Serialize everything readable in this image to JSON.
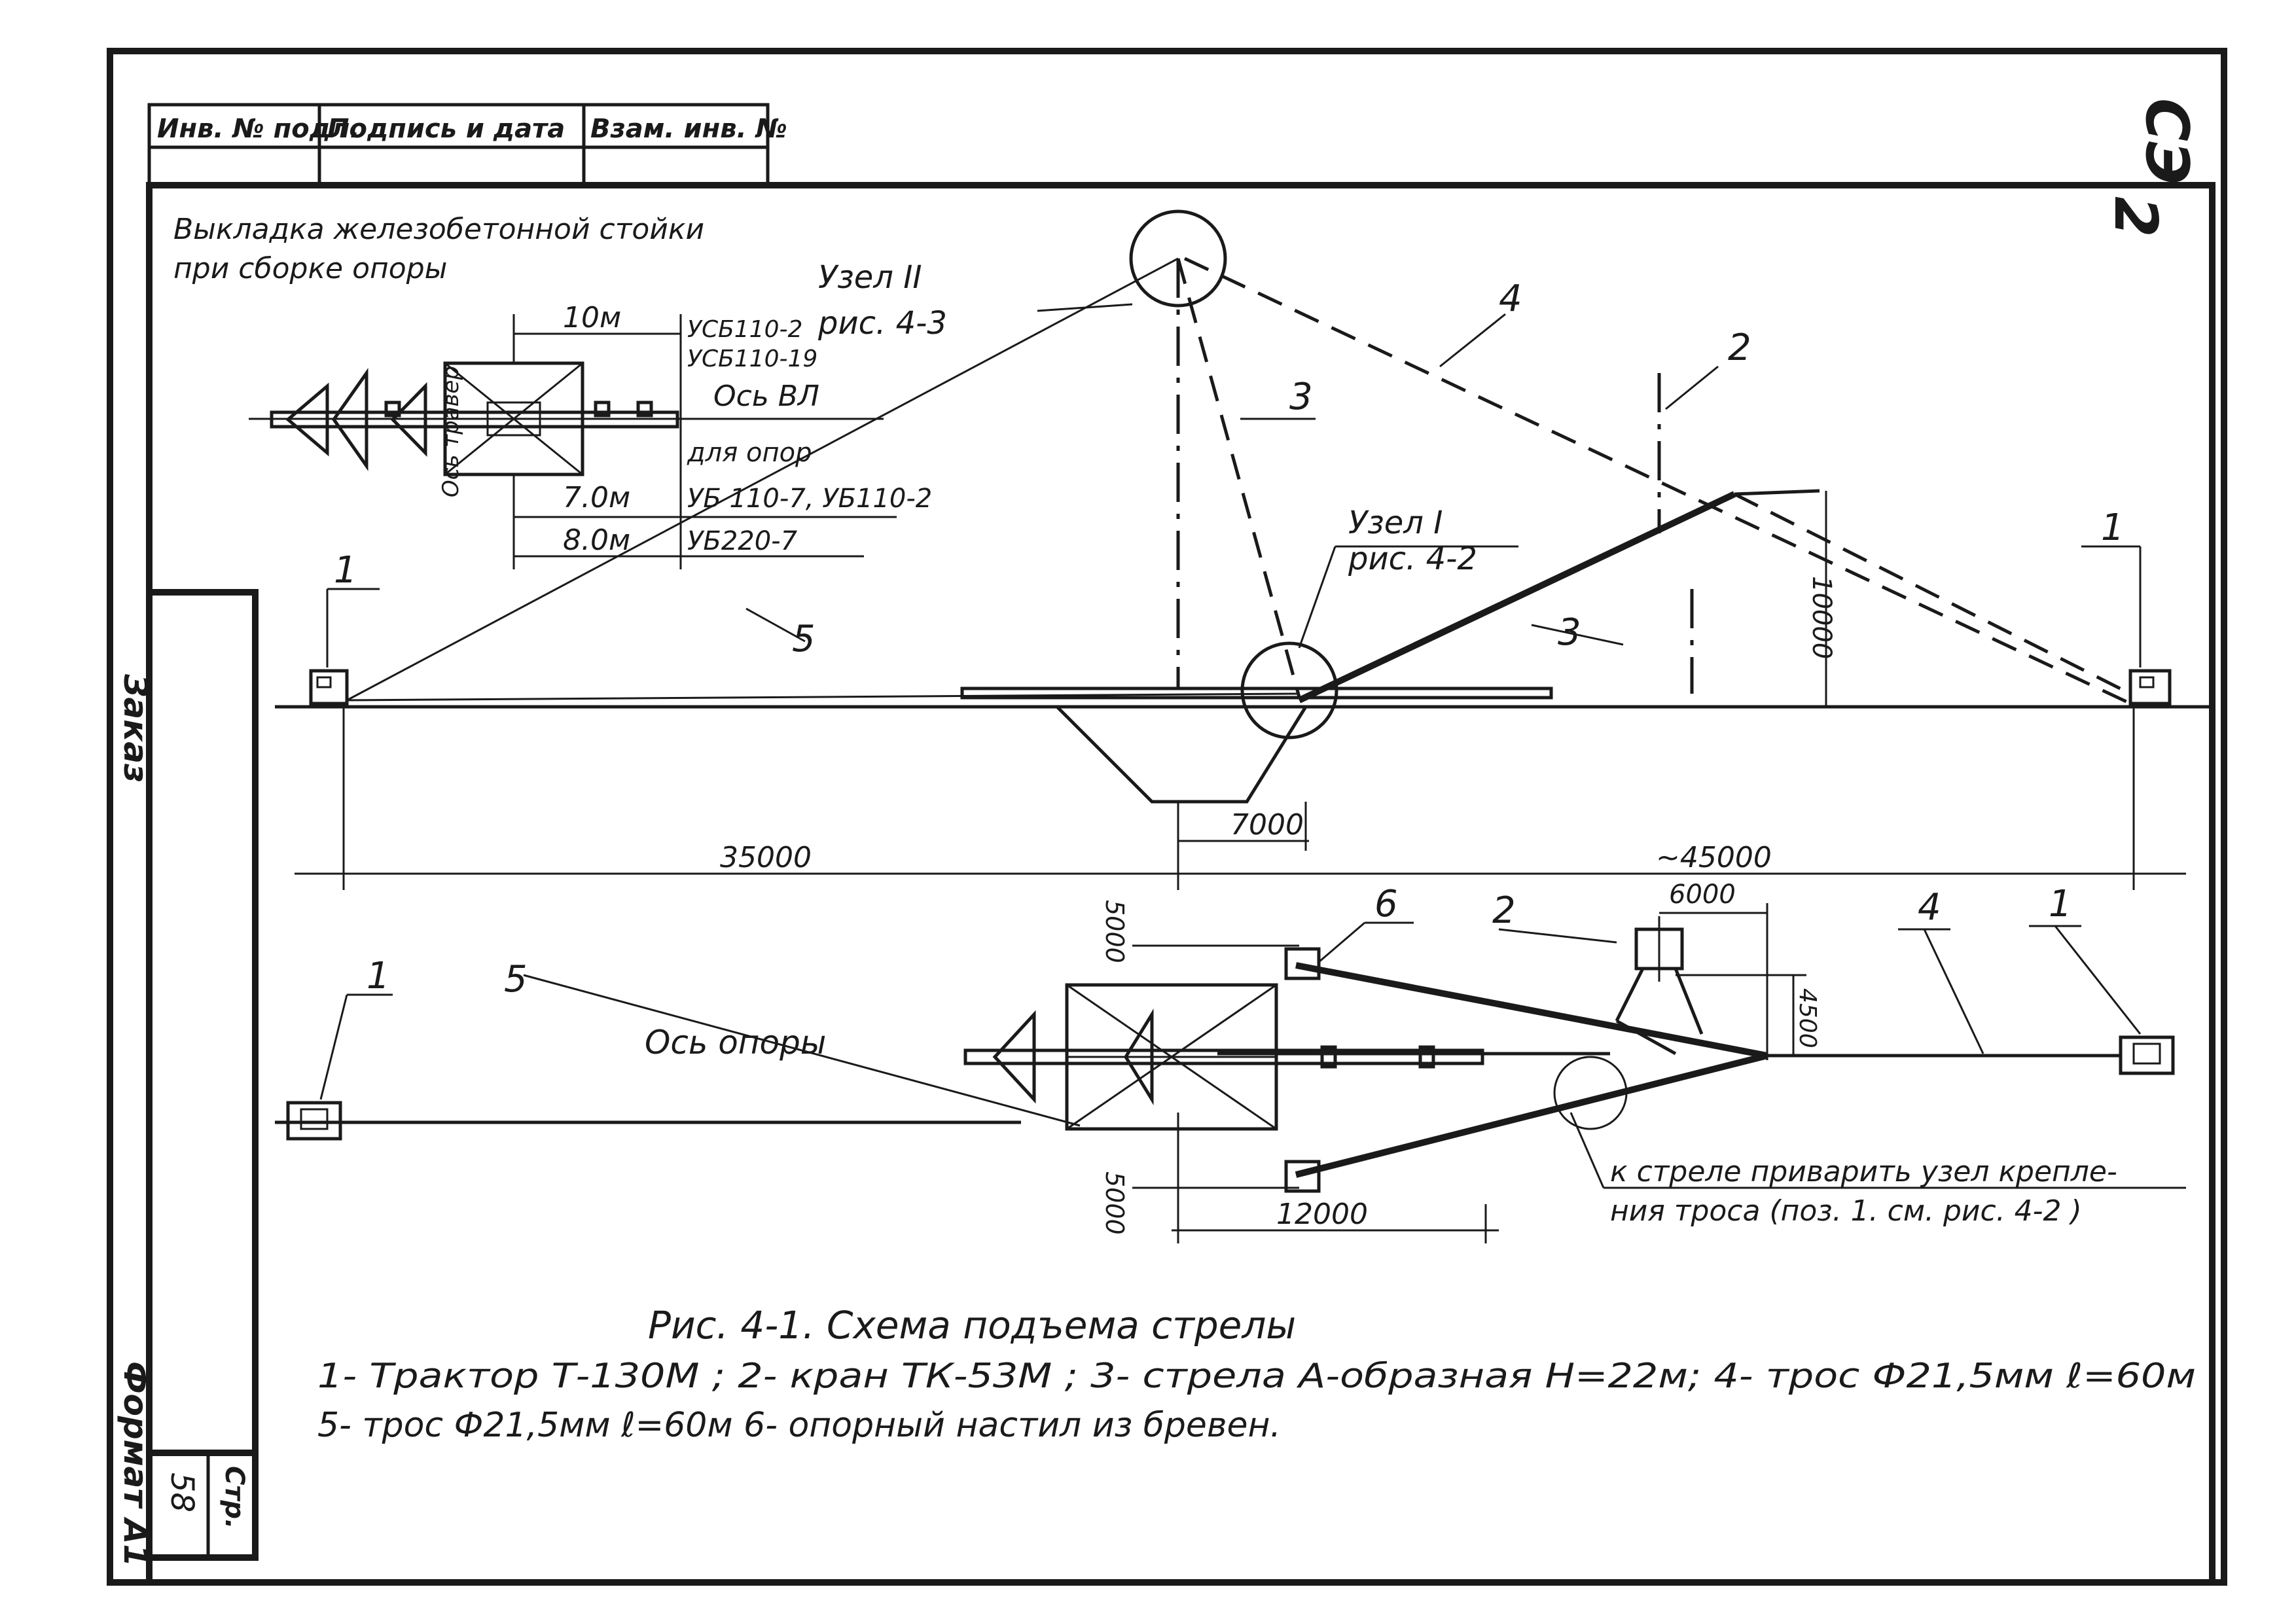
{
  "corner_stamp": "СЭ",
  "page_number": "2",
  "title_block": {
    "col1": "Инв. № подл.",
    "col2": "Подпись и дата",
    "col3": "Взам. инв. №"
  },
  "left_strip": {
    "label_top": "Заказ",
    "label_bottom": "Формат А1",
    "sheet_label": "Стр.",
    "sheet_number": "58"
  },
  "inset": {
    "title_line1": "Выкладка железобетонной стойки",
    "title_line2": "при сборке опоры",
    "dim_10m": "10м",
    "code1": "УСБ110-2",
    "code2": "УСБ110-19",
    "axis_vl": "Ось ВЛ",
    "for_supports": "для опор",
    "axis_traverse": "Ось травер.",
    "dim_7m": "7.0м",
    "code_7": "УБ 110-7, УБ110-2",
    "dim_8m": "8.0м",
    "code_8": "УБ220-7"
  },
  "elevation": {
    "node2": "Узел II",
    "node2_ref": "рис. 4-3",
    "node1": "Узел I",
    "node1_ref": "рис. 4-2",
    "lbl_1a": "1",
    "lbl_1b": "1",
    "lbl_2": "2",
    "lbl_3a": "3",
    "lbl_3b": "3",
    "lbl_4": "4",
    "lbl_5": "5",
    "dim_height": "10000",
    "dim_7000": "7000",
    "dim_35000": "35000",
    "dim_45000": "~45000"
  },
  "plan": {
    "lbl_1a": "1",
    "lbl_1b": "1",
    "lbl_2": "2",
    "lbl_4": "4",
    "lbl_5": "5",
    "lbl_6": "6",
    "dim_6000": "6000",
    "dim_4500": "4500",
    "dim_5000a": "5000",
    "dim_5000b": "5000",
    "dim_12000": "12000",
    "axis_support": "Ось опоры",
    "note_line1": "к стреле приварить узел крепле-",
    "note_line2": "ния троса (поз. 1. см. рис. 4-2 )"
  },
  "caption": {
    "title": "Рис. 4-1.  Схема   подъема   стрелы",
    "legend_line1": "1- Трактор  Т-130М ;   2- кран  ТК-53М ;  3- стрела  А-образная  Н=22м;  4- трос  Ф21,5мм  ℓ=60м",
    "legend_line2": "5- трос  Ф21,5мм  ℓ=60м    6- опорный  настил  из  бревен."
  }
}
